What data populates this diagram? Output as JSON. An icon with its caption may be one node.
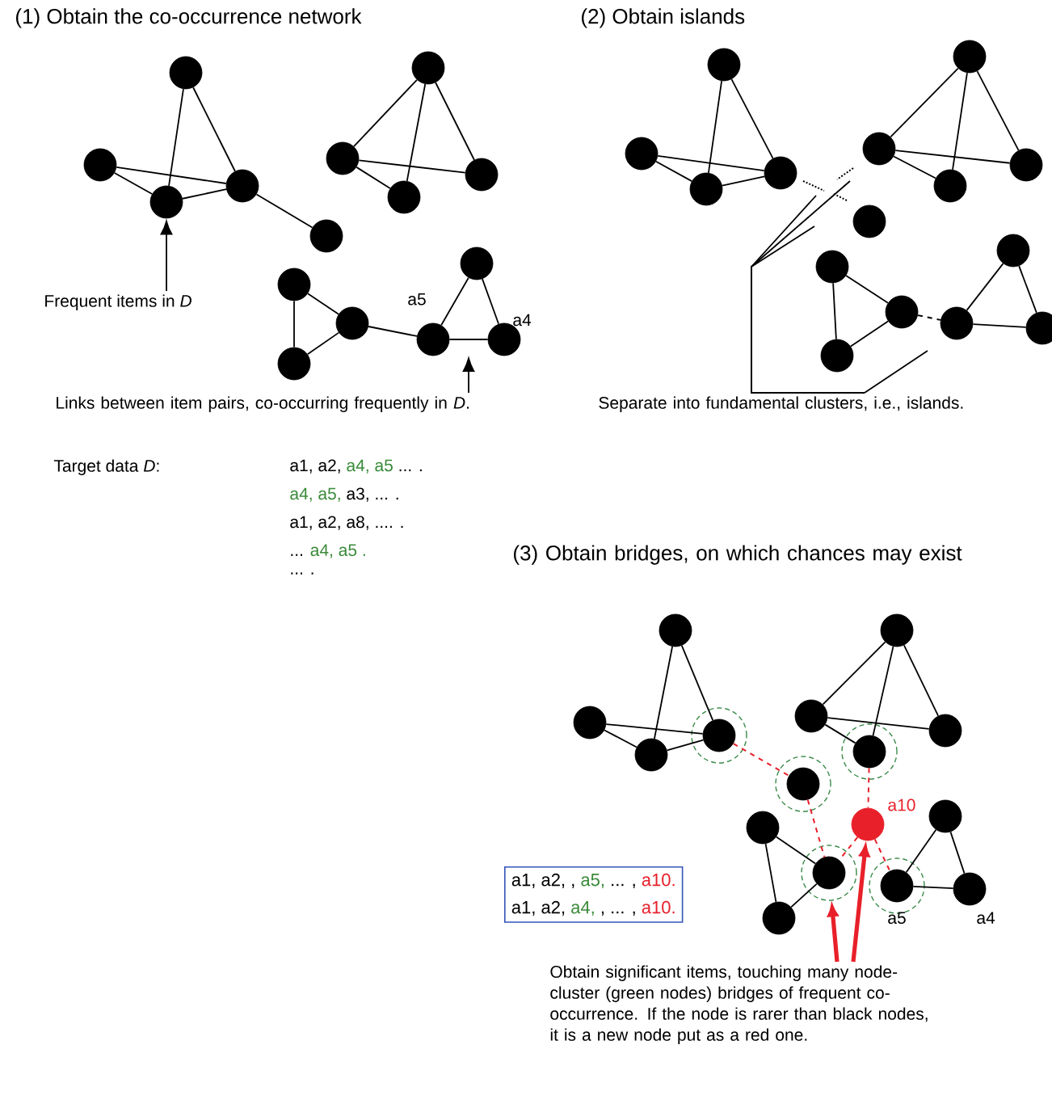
{
  "diagram": {
    "nodes": [
      {
        "text": [],
        "shape": "circle"
      },
      {
        "text": [],
        "shape": "circle"
      },
      {
        "text": [],
        "shape": "circle"
      },
      {
        "text": [],
        "shape": "circle"
      },
      {
        "text": [],
        "shape": "circle"
      },
      {
        "text": [],
        "shape": "circle"
      },
      {
        "text": [],
        "shape": "circle"
      },
      {
        "text": [],
        "shape": "circle"
      },
      {
        "text": [],
        "shape": "circle"
      },
      {
        "text": [
          "Frequent items in *D*"
        ]
      },
      {
        "text": [],
        "shape": "circle"
      },
      {
        "text": [],
        "shape": "circle"
      },
      {
        "text": [],
        "shape": "circle"
      },
      {
        "text": [],
        "shape": "circle",
        "beside": [
          "a5"
        ]
      },
      {
        "text": [],
        "shape": "circle"
      },
      {
        "text": [],
        "shape": "circle",
        "beside": [
          "a4"
        ]
      },
      {
        "text": [
          "Links between item pairs, co-occurring frequently in *D*."
        ]
      },
      {
        "text": [],
        "shape": "circle"
      },
      {
        "text": [],
        "shape": "circle"
      },
      {
        "text": [],
        "shape": "circle"
      },
      {
        "text": [],
        "shape": "circle"
      },
      {
        "text": [],
        "shape": "circle"
      },
      {
        "text": [],
        "shape": "circle"
      },
      {
        "text": [],
        "shape": "circle"
      },
      {
        "text": [],
        "shape": "circle"
      },
      {
        "text": [],
        "shape": "circle"
      },
      {
        "text": [],
        "shape": "circle"
      },
      {
        "text": [],
        "shape": "circle"
      },
      {
        "text": [],
        "shape": "circle"
      },
      {
        "text": [],
        "shape": "circle"
      },
      {
        "text": [],
        "shape": "circle"
      },
      {
        "text": [],
        "shape": "circle"
      },
      {
        "text": [
          "Separate into fundamental clusters, i.e., islands."
        ]
      },
      {
        "text": [],
        "shape": "circle"
      },
      {
        "text": [],
        "shape": "circle"
      },
      {
        "text": [],
        "shape": "circle"
      },
      {
        "text": [],
        "shape": "circle"
      },
      {
        "text": [],
        "shape": "circle"
      },
      {
        "text": [],
        "shape": "circle"
      },
      {
        "text": [],
        "shape": "circle"
      },
      {
        "text": [],
        "shape": "circle"
      },
      {
        "text": [],
        "shape": "circle"
      },
      {
        "text": [],
        "shape": "circle",
        "beside": [
          "a10"
        ]
      },
      {
        "text": [],
        "shape": "circle"
      },
      {
        "text": [],
        "shape": "circle"
      },
      {
        "text": [],
        "shape": "circle"
      },
      {
        "text": [],
        "shape": "circle"
      },
      {
        "text": [],
        "shape": "circle",
        "beside": [
          "a5"
        ]
      },
      {
        "text": [],
        "shape": "circle",
        "beside": [
          "a4"
        ]
      },
      {
        "text": [
          "a1, a2, ,",
          "a5,",
          "... ,",
          "a10.",
          "a1, a2,",
          "a4,",
          ", ... ,",
          "a10."
        ]
      },
      {
        "text": [
          "Obtain significant items, touching many node-cluster (green nodes) bridges of frequent co-occurrence. If the node is rarer than black nodes, it is a new node put as a red one."
        ]
      }
    ],
    "edges": [
      {
        "from": 0,
        "to": 2,
        "arrow": "none"
      },
      {
        "from": 0,
        "to": 3,
        "arrow": "none"
      },
      {
        "from": 1,
        "to": 3,
        "arrow": "none"
      },
      {
        "from": 1,
        "to": 2,
        "arrow": "none"
      },
      {
        "from": 2,
        "to": 3,
        "arrow": "none"
      },
      {
        "from": 3,
        "to": 4,
        "arrow": "none"
      },
      {
        "from": 5,
        "to": 6,
        "arrow": "none"
      },
      {
        "from": 5,
        "to": 7,
        "arrow": "none"
      },
      {
        "from": 5,
        "to": 8,
        "arrow": "none"
      },
      {
        "from": 6,
        "to": 8,
        "arrow": "none"
      },
      {
        "from": 6,
        "to": 7,
        "arrow": "none"
      },
      {
        "from": 9,
        "to": 2,
        "arrow": "to"
      },
      {
        "from": 10,
        "to": 11,
        "arrow": "none"
      },
      {
        "from": 10,
        "to": 12,
        "arrow": "none"
      },
      {
        "from": 12,
        "to": 11,
        "arrow": "none"
      },
      {
        "from": 11,
        "to": 13,
        "arrow": "none"
      },
      {
        "from": 13,
        "to": 14,
        "arrow": "none"
      },
      {
        "from": 14,
        "to": 15,
        "arrow": "none"
      },
      {
        "from": 13,
        "to": 15,
        "arrow": "none"
      },
      {
        "from": 16,
        "to": null,
        "arrow": "to"
      },
      {
        "from": 17,
        "to": 19,
        "arrow": "none"
      },
      {
        "from": 17,
        "to": 20,
        "arrow": "none"
      },
      {
        "from": 18,
        "to": 20,
        "arrow": "none"
      },
      {
        "from": 18,
        "to": 19,
        "arrow": "none"
      },
      {
        "from": 19,
        "to": 20,
        "arrow": "none"
      },
      {
        "from": 21,
        "to": 22,
        "arrow": "none"
      },
      {
        "from": 21,
        "to": 23,
        "arrow": "none"
      },
      {
        "from": 21,
        "to": 24,
        "arrow": "none"
      },
      {
        "from": 22,
        "to": 24,
        "arrow": "none"
      },
      {
        "from": 22,
        "to": 23,
        "arrow": "none"
      },
      {
        "from": 26,
        "to": 27,
        "arrow": "none"
      },
      {
        "from": 26,
        "to": 28,
        "arrow": "none"
      },
      {
        "from": 28,
        "to": 27,
        "arrow": "none"
      },
      {
        "from": 27,
        "to": 30,
        "arrow": "none",
        "style": "dashed"
      },
      {
        "from": 29,
        "to": 30,
        "arrow": "none"
      },
      {
        "from": 29,
        "to": 31,
        "arrow": "none"
      },
      {
        "from": 30,
        "to": 31,
        "arrow": "none"
      },
      {
        "from": 32,
        "to": null,
        "arrow": "none"
      },
      {
        "from": 32,
        "to": null,
        "arrow": "none"
      },
      {
        "from": 32,
        "to": null,
        "arrow": "none"
      },
      {
        "from": 32,
        "to": null,
        "arrow": "none"
      },
      {
        "from": 33,
        "to": 35,
        "arrow": "none"
      },
      {
        "from": 33,
        "to": 36,
        "arrow": "none"
      },
      {
        "from": 34,
        "to": 36,
        "arrow": "none"
      },
      {
        "from": 34,
        "to": 35,
        "arrow": "none"
      },
      {
        "from": 35,
        "to": 36,
        "arrow": "none"
      },
      {
        "from": 37,
        "to": 38,
        "arrow": "none"
      },
      {
        "from": 37,
        "to": 39,
        "arrow": "none"
      },
      {
        "from": 37,
        "to": 40,
        "arrow": "none"
      },
      {
        "from": 38,
        "to": 40,
        "arrow": "none"
      },
      {
        "from": 38,
        "to": 39,
        "arrow": "none"
      },
      {
        "from": 43,
        "to": 44,
        "arrow": "none"
      },
      {
        "from": 43,
        "to": 45,
        "arrow": "none"
      },
      {
        "from": 45,
        "to": 44,
        "arrow": "none"
      },
      {
        "from": 46,
        "to": 47,
        "arrow": "none"
      },
      {
        "from": 46,
        "to": 48,
        "arrow": "none"
      },
      {
        "from": 47,
        "to": 48,
        "arrow": "none"
      },
      {
        "from": 36,
        "to": 41,
        "arrow": "none",
        "style": "dashed",
        "color": "#e8202a"
      },
      {
        "from": 41,
        "to": 44,
        "arrow": "none",
        "style": "dashed",
        "color": "#e8202a"
      },
      {
        "from": 39,
        "to": 42,
        "arrow": "none",
        "style": "dashed",
        "color": "#e8202a"
      },
      {
        "from": 42,
        "to": 44,
        "arrow": "none",
        "style": "dashed",
        "color": "#e8202a"
      },
      {
        "from": 42,
        "to": 47,
        "arrow": "none",
        "style": "dashed",
        "color": "#e8202a"
      },
      {
        "from": 50,
        "to": 42,
        "arrow": "to",
        "style": "thick",
        "color": "#e8202a"
      },
      {
        "from": 50,
        "to": 44,
        "arrow": "to",
        "style": "thick",
        "color": "#e8202a"
      }
    ],
    "labels": [
      "(1) Obtain the co-occurrence network",
      "(2) Obtain islands",
      "(3) Obtain bridges, on which chances may exist",
      "Target data *D*:",
      "a1, a2,",
      "a4, a5",
      "... .",
      "a4, a5,",
      "a3, ... .",
      "a1, a2, a8, .... .",
      "...",
      "a4, a5 .",
      "... ."
    ]
  }
}
